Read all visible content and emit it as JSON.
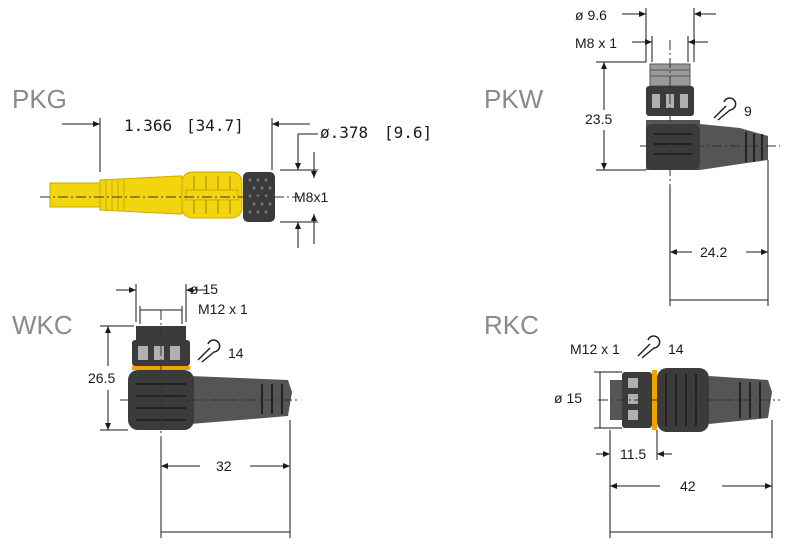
{
  "colors": {
    "yellow": "#f2d40f",
    "yellow_dark": "#c9ad00",
    "body_dark": "#3b3b3b",
    "body_mid": "#555555",
    "nut_grey": "#9a9a9a",
    "orange_ring": "#f0a400"
  },
  "pkg": {
    "label": "PKG",
    "length_in": "1.366",
    "length_mm": "[34.7]",
    "diameter_in": "ø.378",
    "diameter_mm": "[9.6]",
    "thread": "M8x1"
  },
  "pkw": {
    "label": "PKW",
    "diameter": "ø 9.6",
    "thread": "M8 x 1",
    "height": "23.5",
    "wrench": "9",
    "length": "24.2"
  },
  "wkc": {
    "label": "WKC",
    "diameter": "ø 15",
    "thread": "M12 x 1",
    "height": "26.5",
    "wrench": "14",
    "length": "32"
  },
  "rkc": {
    "label": "RKC",
    "thread": "M12 x 1",
    "wrench": "14",
    "diameter": "ø 15",
    "nut_length": "11.5",
    "length": "42"
  },
  "icons": {
    "wrench": "wrench-icon"
  }
}
